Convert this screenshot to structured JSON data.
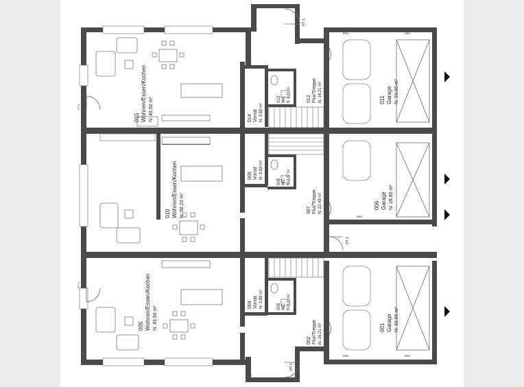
{
  "units": [
    {
      "number": "015",
      "name": "Wohnen/Essen/Kochen",
      "area": "N:  49.50  m²"
    },
    {
      "number": "010",
      "name": "Wohnen/Essen/Kochen",
      "area": "N:  58.20  m²"
    },
    {
      "number": "005",
      "name": "Wohnen/Essen/Kochen",
      "area": "N:  49.50  m²"
    },
    {
      "number": "014",
      "name": "Vorrat",
      "area": "N:  3.82  m²"
    },
    {
      "number": "009",
      "name": "Vorrat",
      "area": "N:  3.82  m²"
    },
    {
      "number": "004",
      "name": "Vorrat",
      "area": "N:  3.82  m²"
    },
    {
      "number": "013",
      "name": "WC",
      "area": "N:  2.27  m²"
    },
    {
      "number": "008",
      "name": "WC",
      "area": "N:  2.27  m²"
    },
    {
      "number": "003",
      "name": "WC",
      "area": "N:  2.27  m²"
    },
    {
      "number": "012",
      "name": "Flur/Treppe",
      "area": "N:  16.21  m²"
    },
    {
      "number": "007",
      "name": "Flur/Treppe",
      "area": "N:  22.49  m²"
    },
    {
      "number": "002",
      "name": "Flur/Treppe",
      "area": "N:  16.21  m²"
    },
    {
      "number": "011",
      "name": "Garage",
      "area": "N:  33.00  m²"
    },
    {
      "number": "006",
      "name": "Garage",
      "area": "N:  28.80  m²"
    },
    {
      "number": "001",
      "name": "Garage",
      "area": "N:  33.00  m²"
    }
  ],
  "annotations": {
    "door_tag": "HT 1",
    "wall_tag": "BRH",
    "opening_tag": "RBH",
    "small_tag": "FT 3"
  },
  "colors": {
    "wall": "#4a4a4a",
    "background": "#ffffff",
    "line": "#666666"
  }
}
